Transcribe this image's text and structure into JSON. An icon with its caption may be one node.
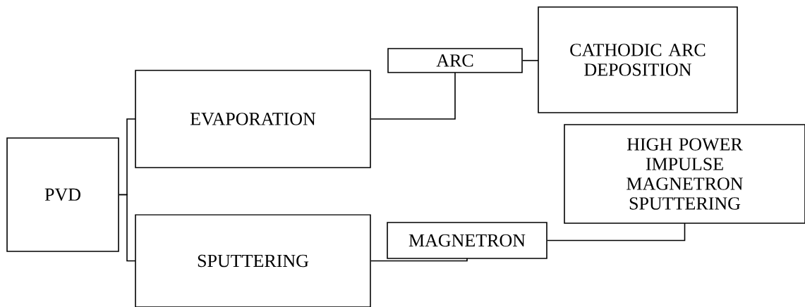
{
  "diagram": {
    "nodes": [
      {
        "text": [
          "PVD"
        ]
      },
      {
        "text": [
          "EVAPORATION"
        ]
      },
      {
        "text": [
          "SPUTTERING"
        ]
      },
      {
        "text": [
          "ARC"
        ]
      },
      {
        "text": [
          "CATHODIC ARC DEPOSITION"
        ]
      },
      {
        "text": [
          "MAGNETRON"
        ]
      },
      {
        "text": [
          "HIGH POWER IMPULSE MAGNETRON SPUTTERING"
        ]
      }
    ],
    "edges": [
      {
        "from": 0,
        "to": 1,
        "arrow": "none"
      },
      {
        "from": 0,
        "to": 2,
        "arrow": "none"
      },
      {
        "from": 1,
        "to": 3,
        "arrow": "none"
      },
      {
        "from": 3,
        "to": 4,
        "arrow": "none"
      },
      {
        "from": 2,
        "to": 5,
        "arrow": "none"
      },
      {
        "from": 5,
        "to": 6,
        "arrow": "none"
      }
    ]
  }
}
